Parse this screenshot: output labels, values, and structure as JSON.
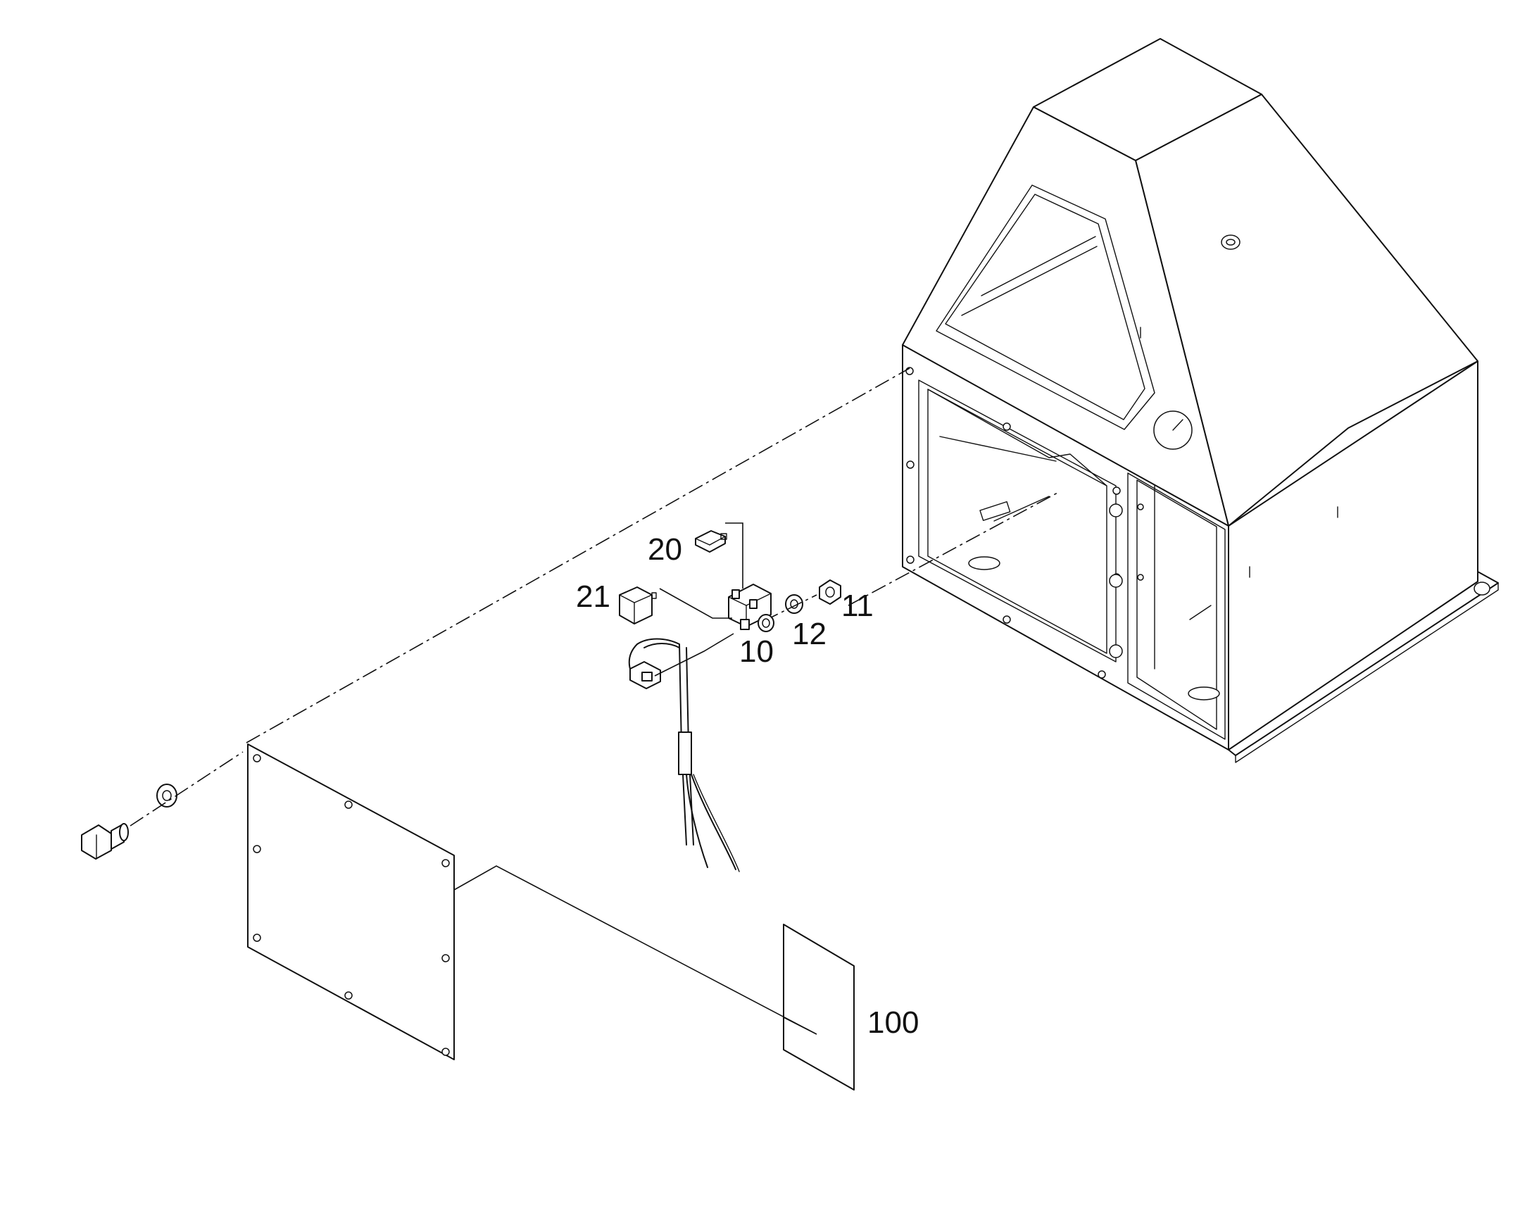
{
  "diagram": {
    "callouts": [
      {
        "id": "c10",
        "text": "10"
      },
      {
        "id": "c11",
        "text": "11"
      },
      {
        "id": "c12",
        "text": "12"
      },
      {
        "id": "c20",
        "text": "20"
      },
      {
        "id": "c21",
        "text": "21"
      },
      {
        "id": "c100",
        "text": "100"
      }
    ],
    "line_color": "#111111",
    "background": "#ffffff"
  }
}
